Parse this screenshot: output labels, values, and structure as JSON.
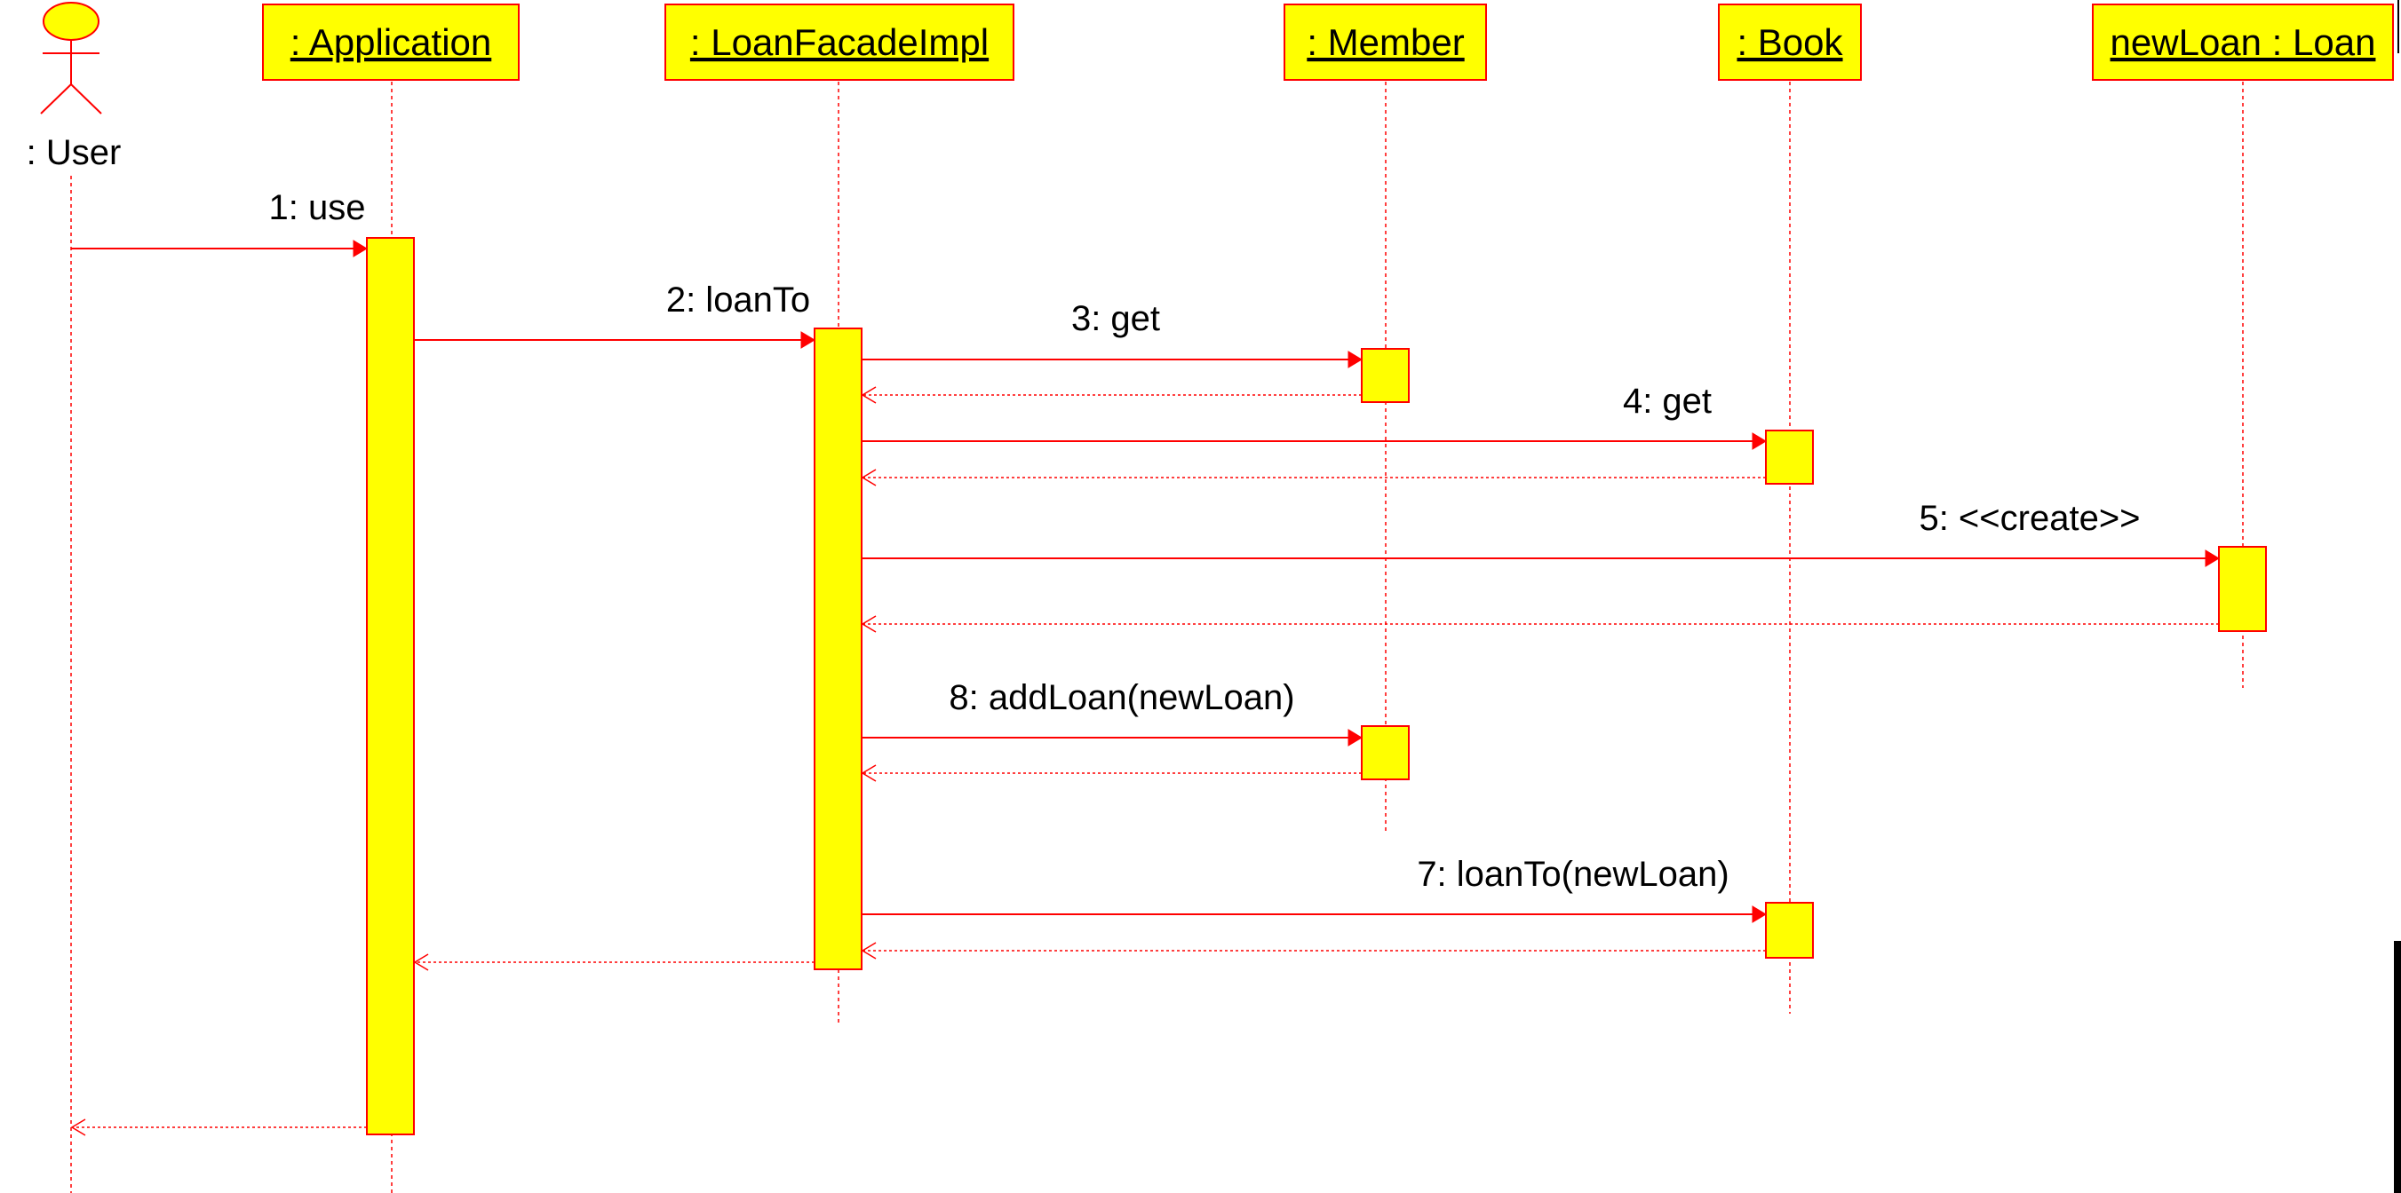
{
  "diagram": {
    "type": "UML sequence diagram",
    "colors": {
      "box_fill": "#ffff00",
      "line": "#ff0000",
      "text": "#000000"
    },
    "actor": {
      "label": ": User"
    },
    "participants": [
      {
        "id": "application",
        "label": ": Application"
      },
      {
        "id": "facade",
        "label": ": LoanFacadeImpl"
      },
      {
        "id": "member",
        "label": ": Member"
      },
      {
        "id": "book",
        "label": ": Book"
      },
      {
        "id": "loan",
        "label": "newLoan : Loan"
      }
    ],
    "messages": [
      {
        "label": "1: use",
        "from": "user",
        "to": "application",
        "kind": "call"
      },
      {
        "label": "2: loanTo",
        "from": "application",
        "to": "facade",
        "kind": "call"
      },
      {
        "label": "3: get",
        "from": "facade",
        "to": "member",
        "kind": "call"
      },
      {
        "label": "",
        "from": "member",
        "to": "facade",
        "kind": "return"
      },
      {
        "label": "4: get",
        "from": "facade",
        "to": "book",
        "kind": "call"
      },
      {
        "label": "",
        "from": "book",
        "to": "facade",
        "kind": "return"
      },
      {
        "label": "5: <<create>>",
        "from": "facade",
        "to": "loan",
        "kind": "create"
      },
      {
        "label": "",
        "from": "loan",
        "to": "facade",
        "kind": "return"
      },
      {
        "label": "8: addLoan(newLoan)",
        "from": "facade",
        "to": "member",
        "kind": "call"
      },
      {
        "label": "",
        "from": "member",
        "to": "facade",
        "kind": "return"
      },
      {
        "label": "7: loanTo(newLoan)",
        "from": "facade",
        "to": "book",
        "kind": "call"
      },
      {
        "label": "",
        "from": "book",
        "to": "facade",
        "kind": "return"
      },
      {
        "label": "",
        "from": "facade",
        "to": "application",
        "kind": "return"
      },
      {
        "label": "",
        "from": "application",
        "to": "user",
        "kind": "return"
      }
    ]
  }
}
